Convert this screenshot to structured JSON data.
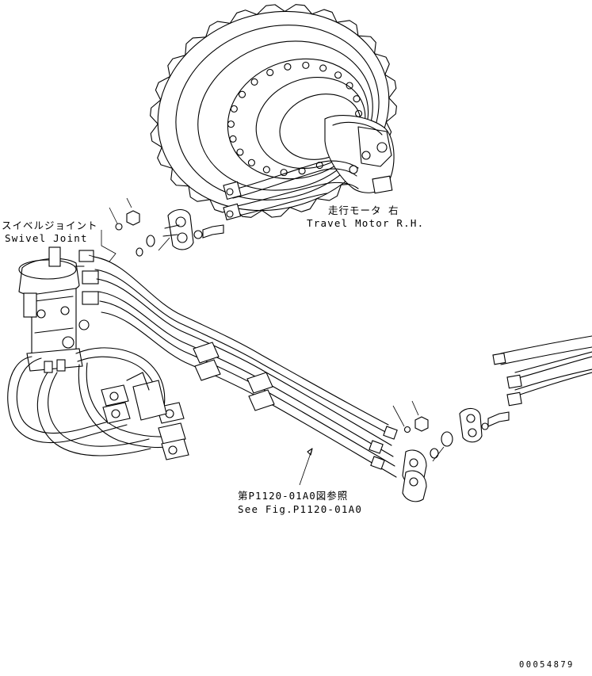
{
  "labels": {
    "swivel_joint_jp": "スイベルジョイント",
    "swivel_joint_en": "Swivel Joint",
    "travel_motor_jp": "走行モータ 右",
    "travel_motor_en": "Travel Motor R.H.",
    "reference_jp": "第P1120-01A0図参照",
    "reference_en": "See Fig.P1120-01A0",
    "drawing_number": "00054879"
  }
}
